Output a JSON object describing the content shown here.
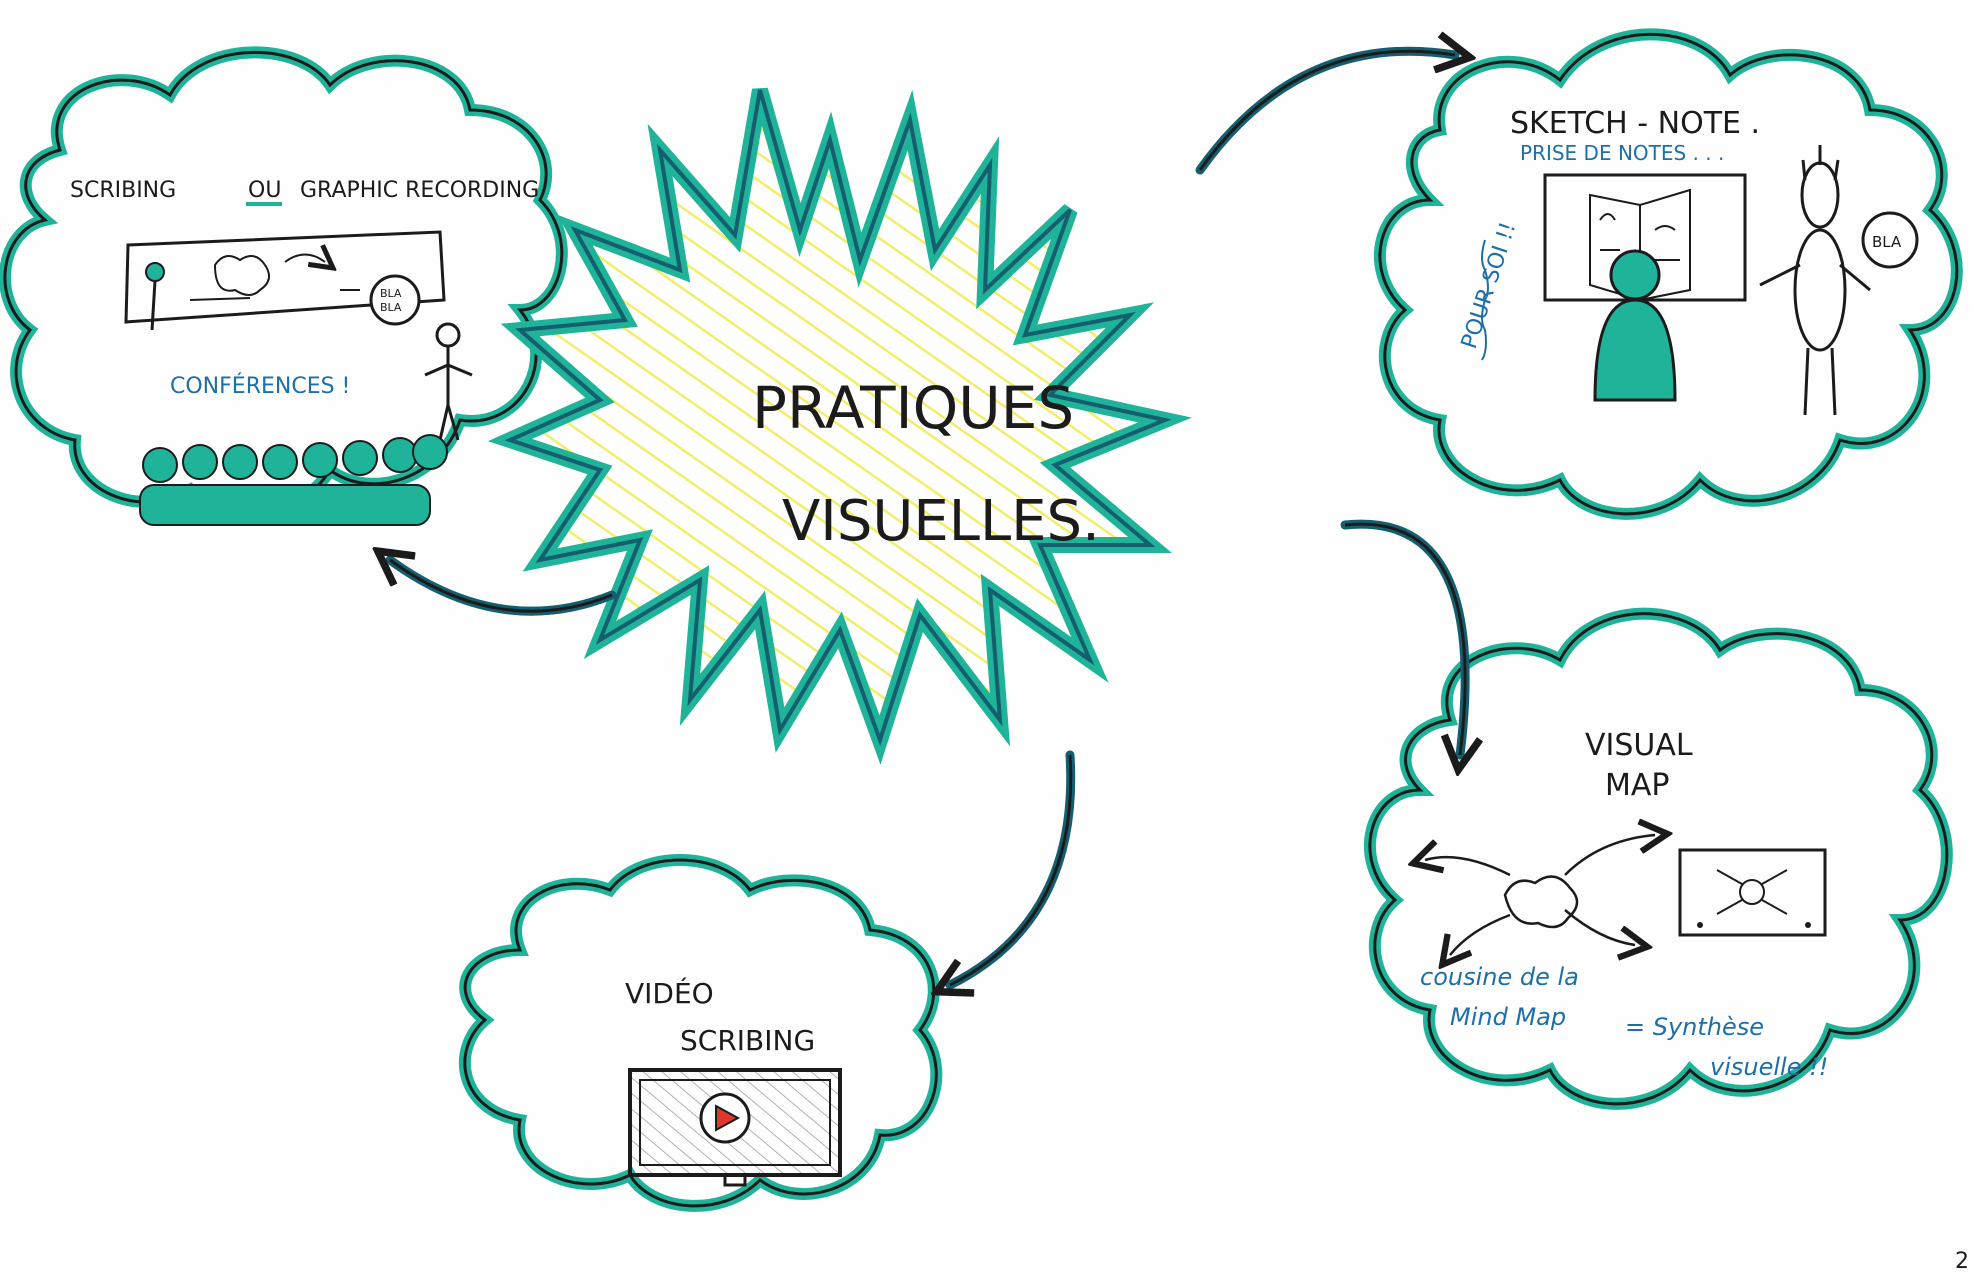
{
  "colors": {
    "teal": "#1fb49a",
    "dark_teal": "#145e6e",
    "ink": "#1b1b1b",
    "blue_ink": "#1d6fa8",
    "highlight": "#f3ee6a",
    "red": "#e0362c"
  },
  "center": {
    "line1": "PRATIQUES",
    "line2": "VISUELLES."
  },
  "scribing": {
    "title_a": "SCRIBING",
    "title_ou": "OU",
    "title_b": "GRAPHIC RECORDING",
    "bubble_1": "BLA",
    "bubble_2": "BLA",
    "caption": "CONFÉRENCES !"
  },
  "sketchnote": {
    "title": "SKETCH - NOTE .",
    "subtitle": "PRISE DE NOTES . . .",
    "side": "POUR SOI !!",
    "bubble": "BLA"
  },
  "visualmap": {
    "title_1": "VISUAL",
    "title_2": "MAP",
    "note_1": "cousine de la",
    "note_2": "Mind Map",
    "note_3": "= Synthèse",
    "note_4": "visuelle !!"
  },
  "video": {
    "title_1": "VIDÉO",
    "title_2": "SCRIBING",
    "icon": "play-icon"
  },
  "page_number": "2"
}
